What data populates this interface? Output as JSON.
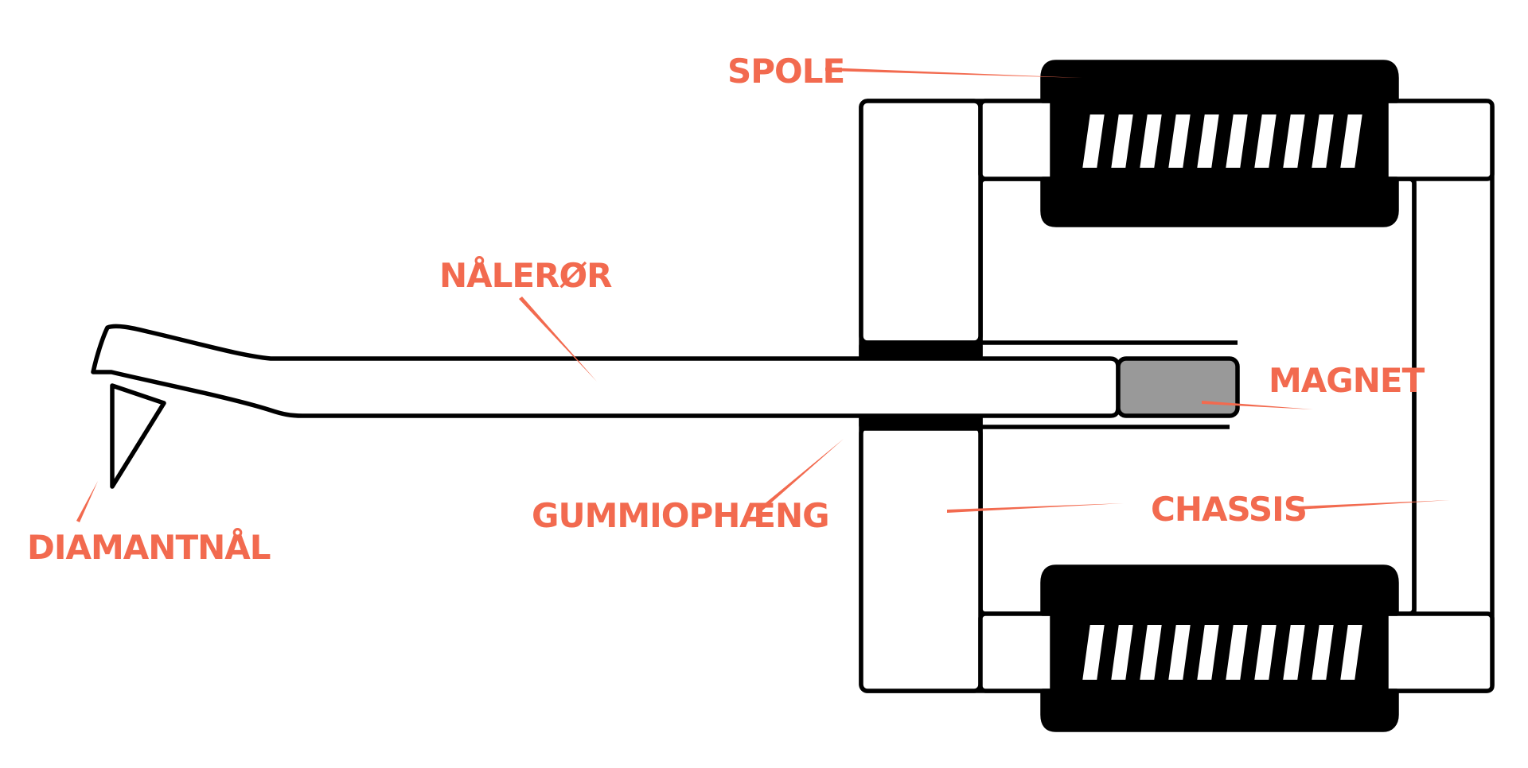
{
  "colors": {
    "label": "#F26A4F",
    "outline": "#000000",
    "fill": "#FFFFFF",
    "magnet": "#999999"
  },
  "labels": {
    "spole": "SPOLE",
    "nalerør": "NÅLERØR",
    "magnet": "MAGNET",
    "gummiophaeng": "GUMMIOPHÆNG",
    "chassis": "CHASSIS",
    "diamantnal": "DIAMANTNÅL"
  }
}
